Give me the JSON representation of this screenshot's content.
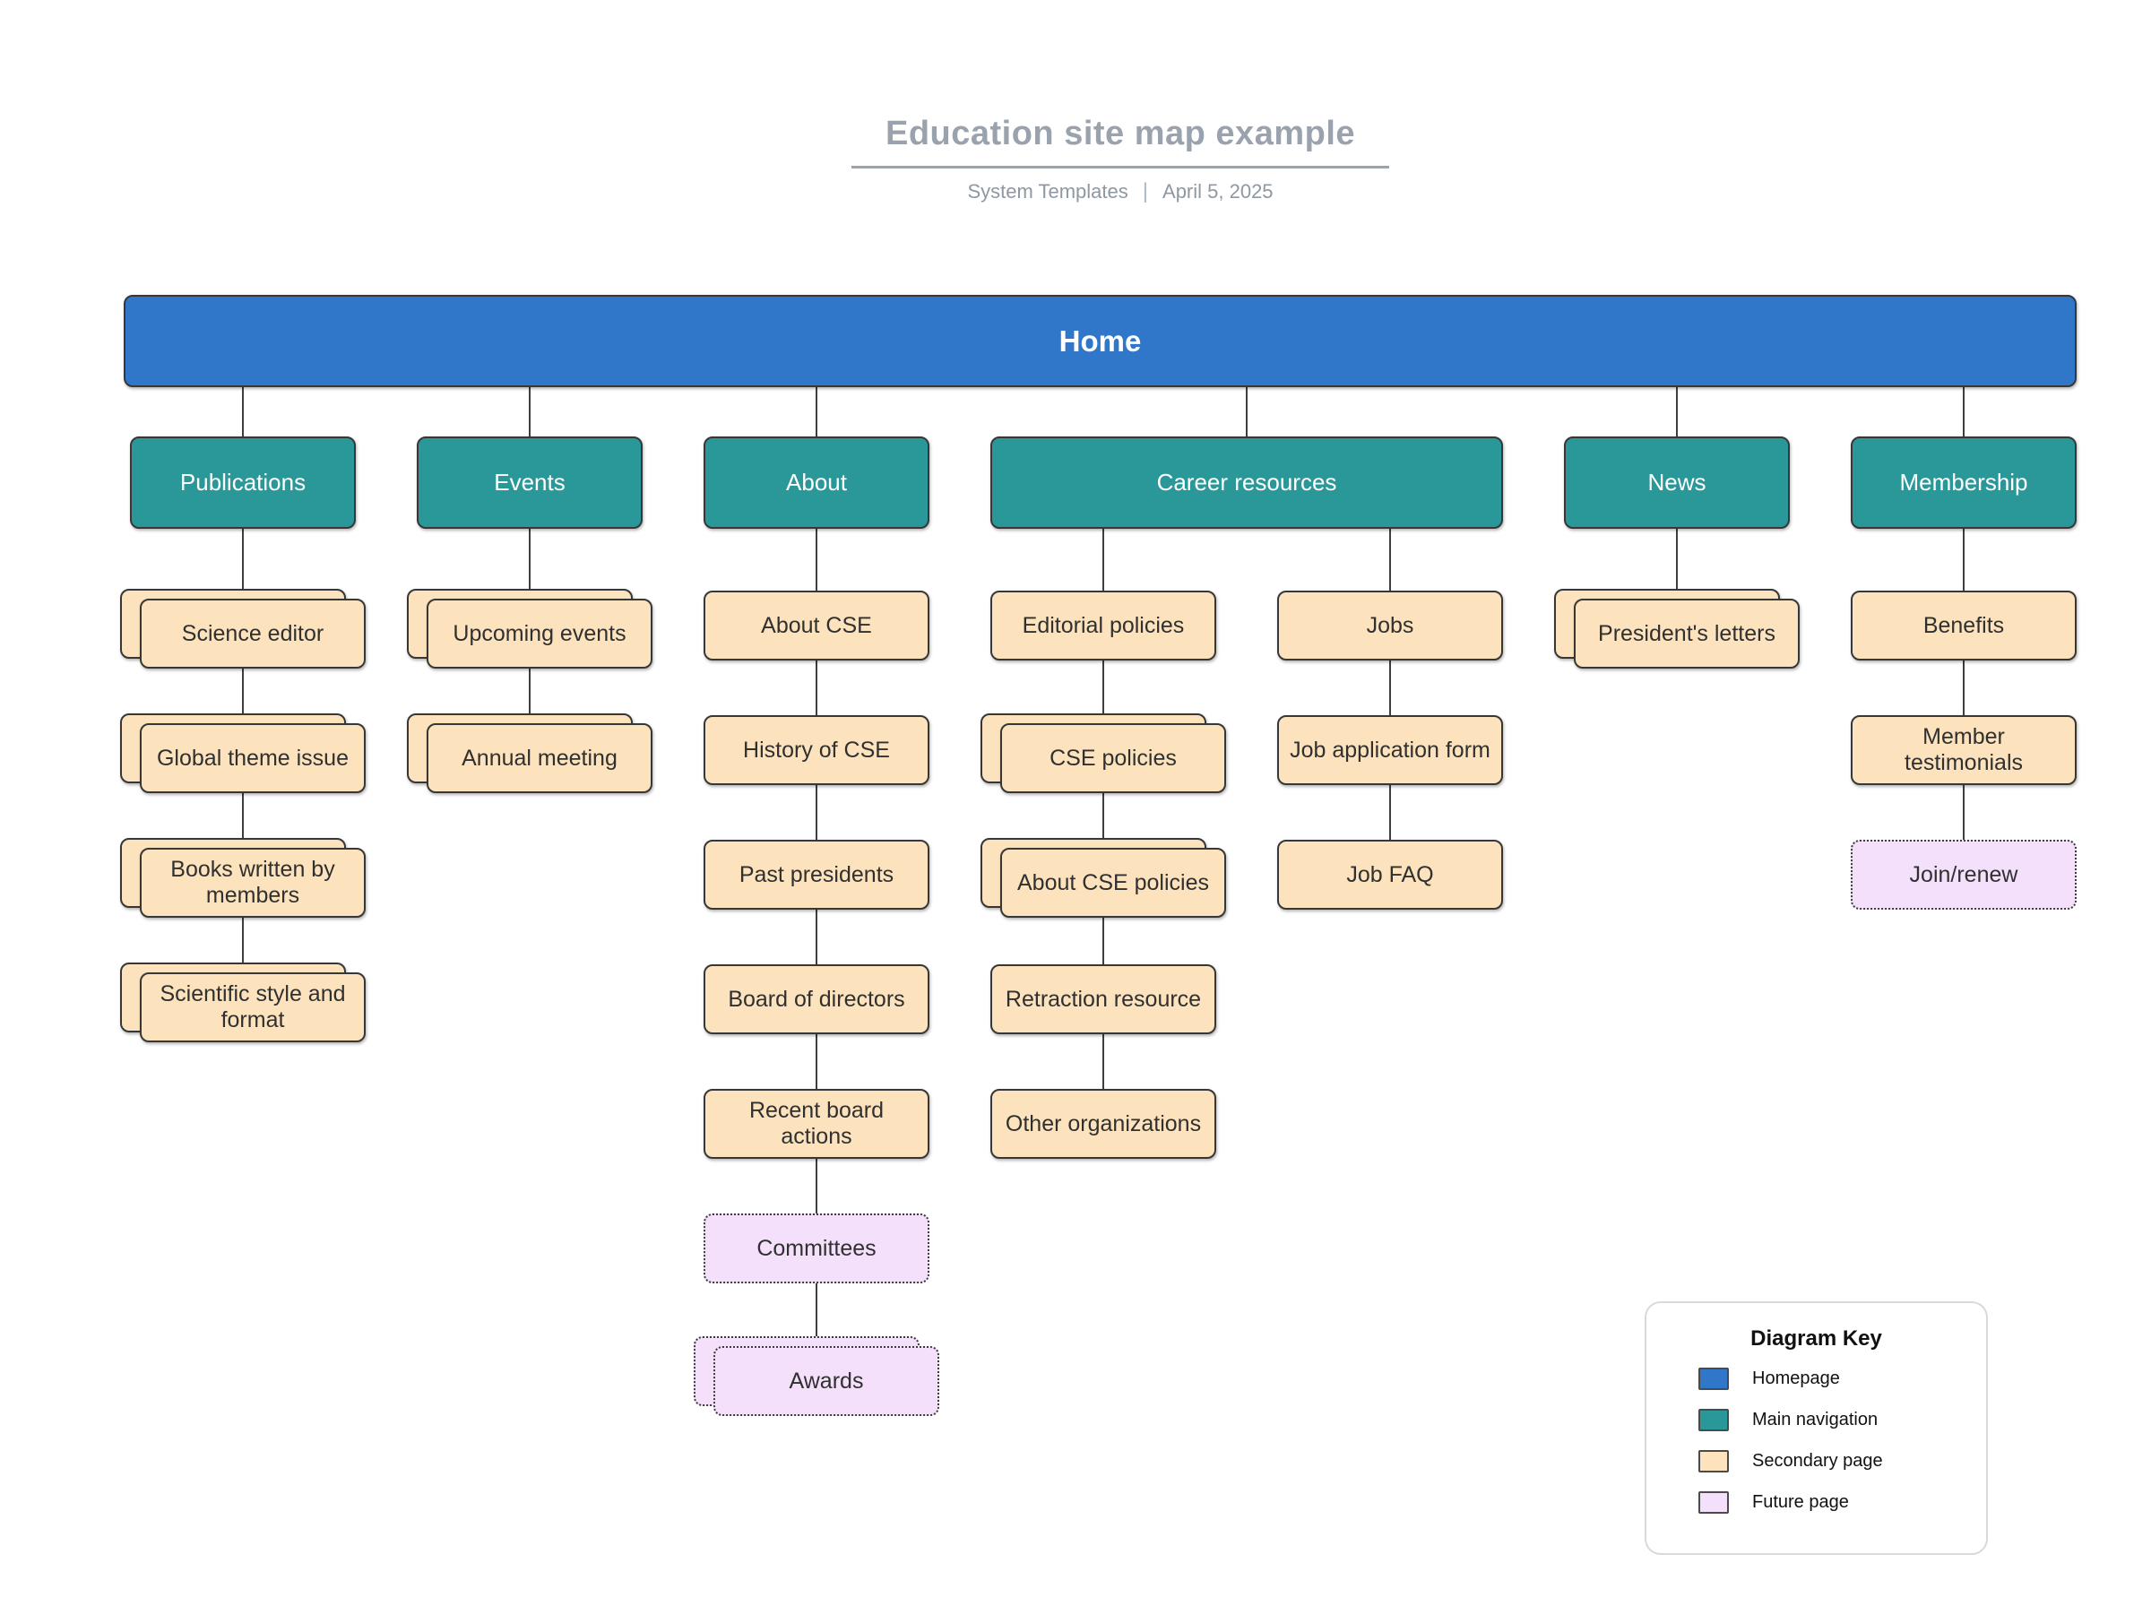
{
  "header": {
    "title": "Education site map example",
    "byline": "System Templates",
    "separator": "|",
    "date": "April 5, 2025"
  },
  "home": {
    "label": "Home"
  },
  "sections": [
    {
      "label": "Publications",
      "children": [
        {
          "label": "Science editor"
        },
        {
          "label": "Global theme issue"
        },
        {
          "label": "Books written by members"
        },
        {
          "label": "Scientific style and format"
        }
      ]
    },
    {
      "label": "Events",
      "children": [
        {
          "label": "Upcoming events"
        },
        {
          "label": "Annual meeting"
        }
      ]
    },
    {
      "label": "About",
      "children": [
        {
          "label": "About CSE"
        },
        {
          "label": "History of CSE"
        },
        {
          "label": "Past presidents"
        },
        {
          "label": "Board of directors"
        },
        {
          "label": "Recent board actions"
        },
        {
          "label": "Committees"
        },
        {
          "label": "Awards"
        }
      ]
    },
    {
      "label": "Career resources",
      "children": [
        {
          "label": "Editorial policies"
        },
        {
          "label": "CSE policies"
        },
        {
          "label": "About CSE policies"
        },
        {
          "label": "Retraction resource"
        },
        {
          "label": "Other organizations"
        }
      ],
      "children2": [
        {
          "label": "Jobs"
        },
        {
          "label": "Job application form"
        },
        {
          "label": "Job FAQ"
        }
      ]
    },
    {
      "label": "News",
      "children": [
        {
          "label": "President's letters"
        }
      ]
    },
    {
      "label": "Membership",
      "children": [
        {
          "label": "Benefits"
        },
        {
          "label": "Member testimonials"
        },
        {
          "label": "Join/renew"
        }
      ]
    }
  ],
  "legend": {
    "title": "Diagram Key",
    "items": [
      {
        "label": "Homepage",
        "color": "#3177c9"
      },
      {
        "label": "Main navigation",
        "color": "#2a9899"
      },
      {
        "label": "Secondary page",
        "color": "#fce3bd"
      },
      {
        "label": "Future page",
        "color": "#f5e0fb"
      }
    ]
  },
  "colors": {
    "homepage_blue": "#3177c9",
    "main_nav_teal": "#2a9899",
    "secondary_tan": "#fce3bd",
    "future_purple": "#f5e0fb",
    "connector": "#3f3f3f"
  }
}
